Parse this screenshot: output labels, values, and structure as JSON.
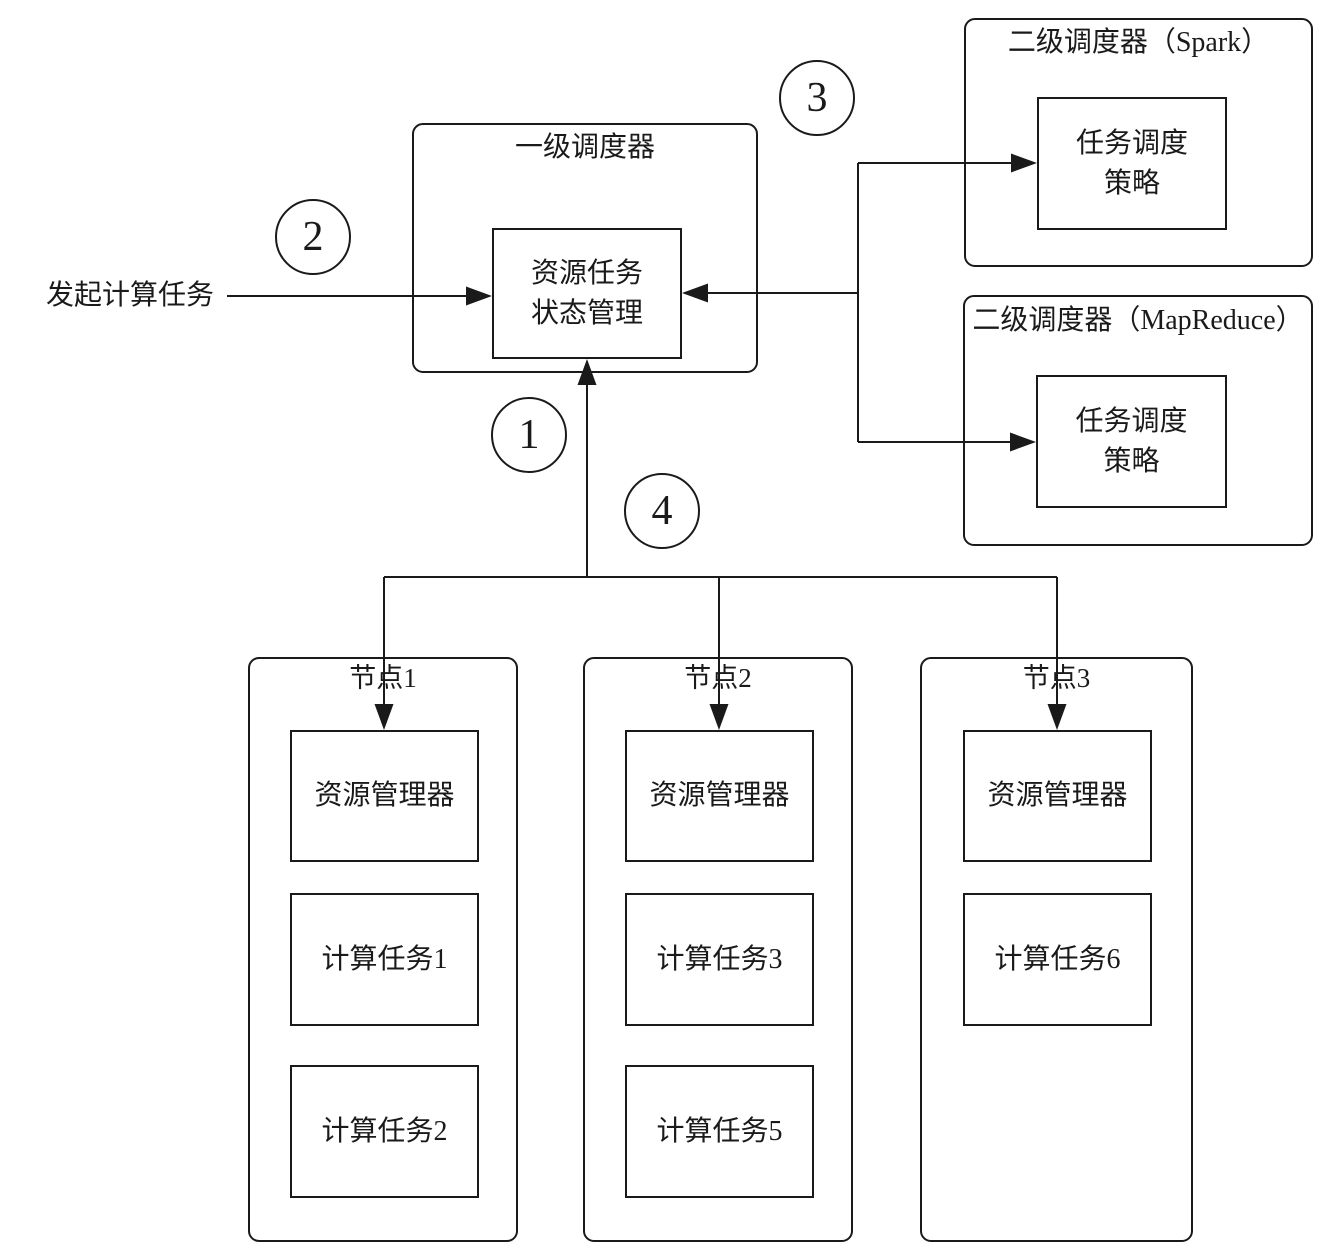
{
  "diagram_title": "scheduler-architecture",
  "colors": {
    "line": "#1a1a1a",
    "background": "#ffffff"
  },
  "source": {
    "label": "发起计算任务"
  },
  "primary_scheduler": {
    "title": "一级调度器",
    "state_box": {
      "line1": "资源任务",
      "line2": "状态管理"
    }
  },
  "secondary_schedulers": [
    {
      "title": "二级调度器（Spark）",
      "policy_box": {
        "line1": "任务调度",
        "line2": "策略"
      }
    },
    {
      "title": "二级调度器（MapReduce）",
      "policy_box": {
        "line1": "任务调度",
        "line2": "策略"
      }
    }
  ],
  "badges": {
    "b1": "1",
    "b2": "2",
    "b3": "3",
    "b4": "4"
  },
  "nodes": [
    {
      "title": "节点1",
      "resource_manager": "资源管理器",
      "tasks": [
        "计算任务1",
        "计算任务2"
      ]
    },
    {
      "title": "节点2",
      "resource_manager": "资源管理器",
      "tasks": [
        "计算任务3",
        "计算任务5"
      ]
    },
    {
      "title": "节点3",
      "resource_manager": "资源管理器",
      "tasks": [
        "计算任务6"
      ]
    }
  ]
}
